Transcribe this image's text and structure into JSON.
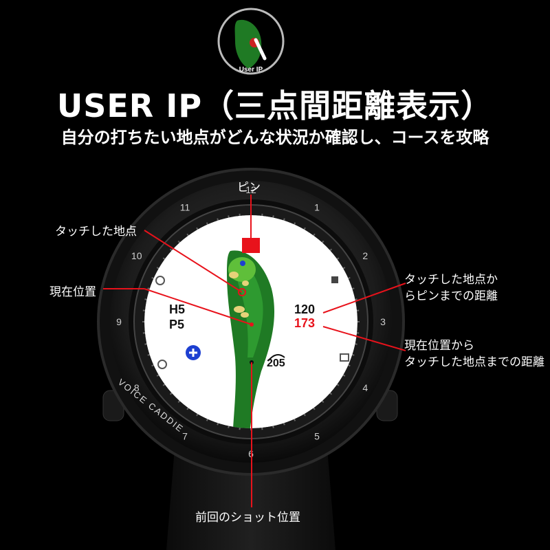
{
  "header": {
    "badge_label": "User IP",
    "title": "USER IP（三点間距離表示）",
    "subtitle": "自分の打ちたい地点がどんな状況か確認し、コースを攻略"
  },
  "watch": {
    "brand": "VOICE CADDIE",
    "hole": "H5",
    "par": "P5",
    "touch_to_pin": "120",
    "current_to_touch": "173",
    "last_shot": "205",
    "bezel_numbers": [
      "12",
      "1",
      "2",
      "3",
      "4",
      "5",
      "6",
      "7",
      "8",
      "9",
      "10",
      "11"
    ]
  },
  "callouts": {
    "pin": "ピン",
    "touched_point": "タッチした地点",
    "current_position": "現在位置",
    "touch_to_pin_line1": "タッチした地点か",
    "touch_to_pin_line2": "らピンまでの距離",
    "current_to_touch_line1": "現在位置から",
    "current_to_touch_line2": "タッチした地点までの距離",
    "last_shot_position": "前回のショット位置"
  },
  "colors": {
    "accent_red": "#e8121b",
    "fairway_green": "#1f7a24",
    "green_light": "#5fbf3a",
    "sand": "#e6d27a",
    "plus_blue": "#1d3fd1"
  }
}
